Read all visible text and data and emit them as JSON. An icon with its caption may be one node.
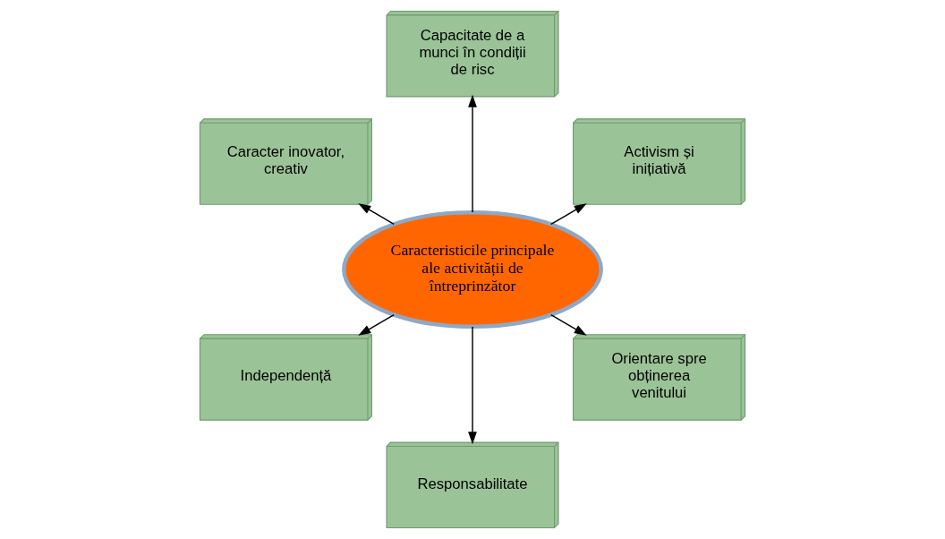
{
  "diagram": {
    "nodes": [
      {
        "text": [
          "Caracteristicile principale ale activității de întreprinzător"
        ]
      },
      {
        "text": [
          "Activism și inițiativă"
        ]
      },
      {
        "text": [
          "Capacitate de a munci în condiții de risc"
        ]
      },
      {
        "text": [
          "Caracter inovator, creativ"
        ]
      },
      {
        "text": [
          "Independență"
        ]
      },
      {
        "text": [
          "Responsabilitate"
        ]
      },
      {
        "text": [
          "Orientare spre obținerea venitului"
        ]
      }
    ],
    "edges": [
      {
        "from": 0,
        "to": 1,
        "arrow": "to"
      },
      {
        "from": 0,
        "to": 2,
        "arrow": "to"
      },
      {
        "from": 0,
        "to": 3,
        "arrow": "to"
      },
      {
        "from": 0,
        "to": 4,
        "arrow": "to"
      },
      {
        "from": 0,
        "to": 5,
        "arrow": "to"
      },
      {
        "from": 0,
        "to": 6,
        "arrow": "to"
      }
    ]
  }
}
